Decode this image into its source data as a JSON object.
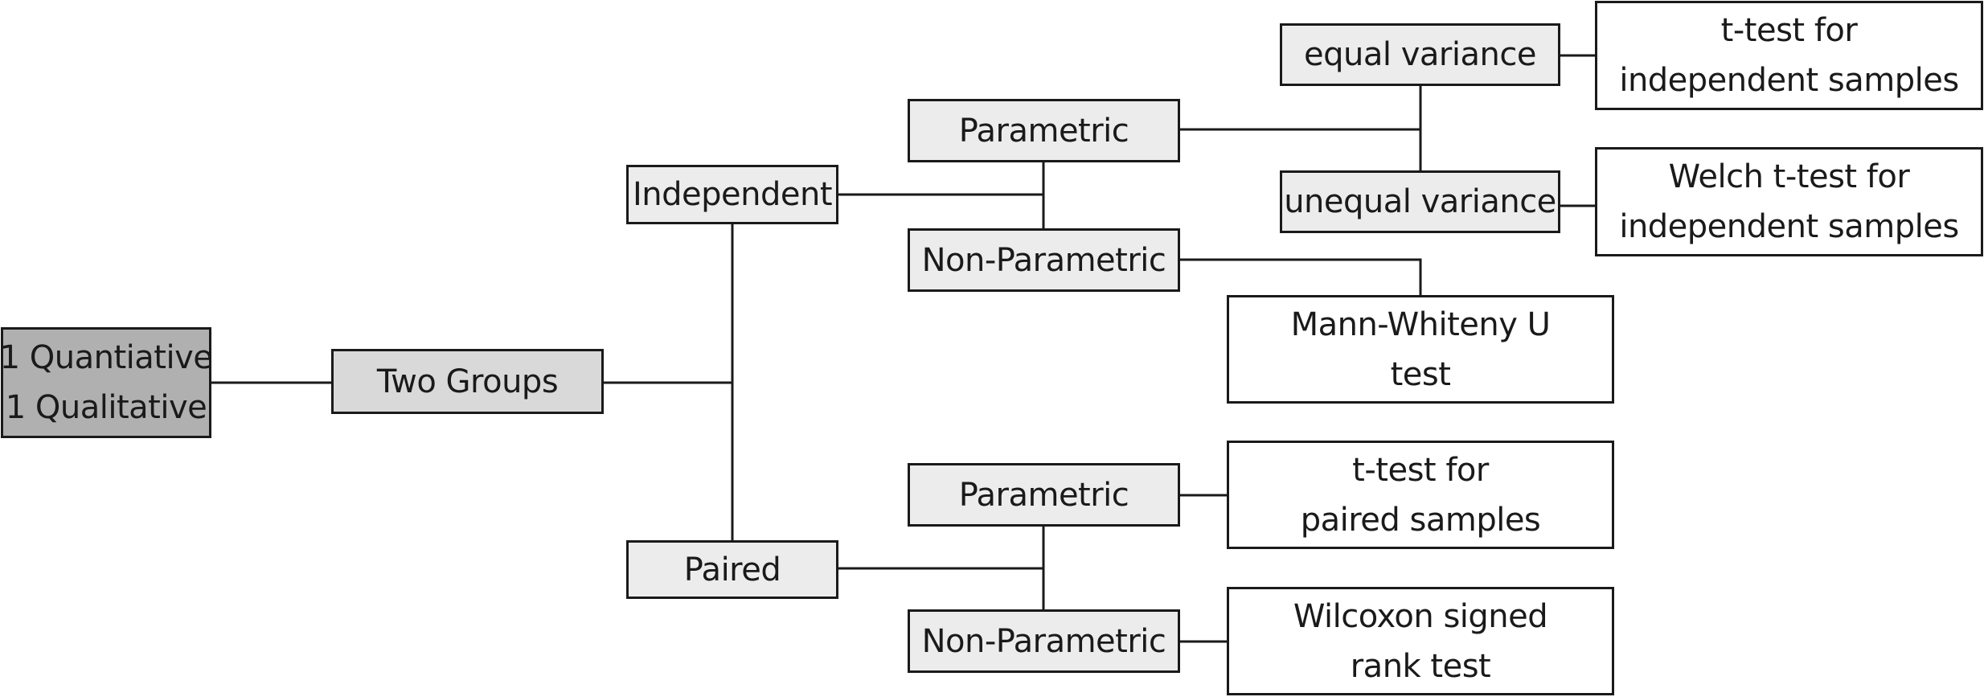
{
  "diagram": {
    "root": {
      "lines": [
        "1 Quantiative",
        "1 Qualitative"
      ]
    },
    "two_groups": {
      "label": "Two Groups"
    },
    "independent": {
      "label": "Independent"
    },
    "paired": {
      "label": "Paired"
    },
    "independent_parametric": {
      "label": "Parametric"
    },
    "independent_nonparametric": {
      "label": "Non-Parametric"
    },
    "equal_variance": {
      "label": "equal variance"
    },
    "unequal_variance": {
      "label": "unequal variance"
    },
    "ttest_independent": {
      "lines": [
        "t-test for",
        "independent  samples"
      ]
    },
    "welch_ttest": {
      "lines": [
        "Welch t-test for",
        "independent  samples"
      ]
    },
    "mann_whitney": {
      "lines": [
        "Mann-Whiteny U",
        "test"
      ]
    },
    "paired_parametric": {
      "label": "Parametric"
    },
    "paired_nonparametric": {
      "label": "Non-Parametric"
    },
    "ttest_paired": {
      "lines": [
        "t-test for",
        "paired  samples"
      ]
    },
    "wilcoxon": {
      "lines": [
        "Wilcoxon signed",
        "rank test"
      ]
    }
  }
}
